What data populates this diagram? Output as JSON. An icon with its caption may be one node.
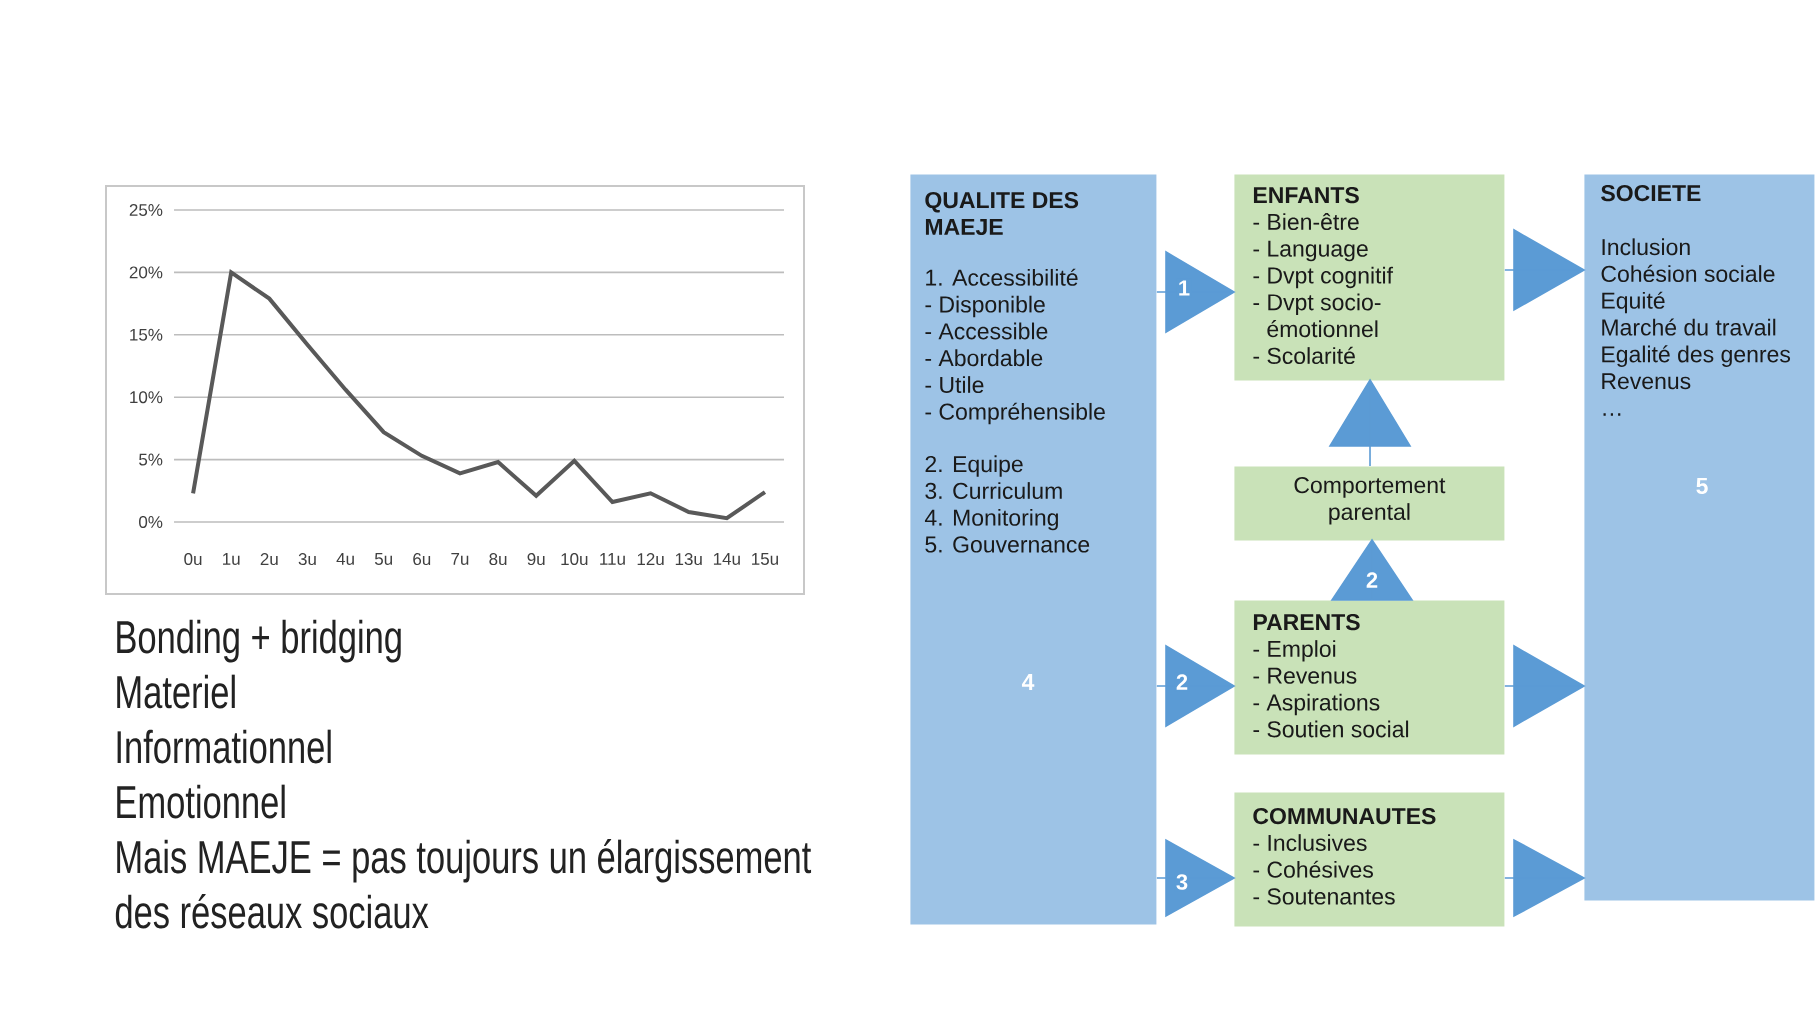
{
  "diagram": {
    "nodes": [
      {
        "text": [
          "QUALITE DES MAEJE",
          "1. Accessibilité",
          "- Disponible",
          "- Accessible",
          "- Abordable",
          "- Utile",
          "- Compréhensible",
          "2. Equipe",
          "3. Curriculum",
          "4. Monitoring",
          "5. Gouvernance",
          "4"
        ]
      },
      {
        "text": [
          "ENFANTS",
          "- Bien-être",
          "- Language",
          "- Dvpt cognitif",
          "- Dvpt socio-émotionnel",
          "- Scolarité"
        ]
      },
      {
        "text": [
          "SOCIETE",
          "Inclusion",
          "Cohésion sociale",
          "Equité",
          "Marché du travail",
          "Egalité des genres",
          "Revenus",
          "…",
          "5"
        ]
      },
      {
        "text": [
          "Comportement parental"
        ]
      },
      {
        "text": [
          "PARENTS",
          "- Emploi",
          "- Revenus",
          "- Aspirations",
          "- Soutien social"
        ]
      },
      {
        "text": [
          "COMMUNAUTES",
          "- Inclusives",
          "- Cohésives",
          "- Soutenantes"
        ]
      }
    ],
    "edges": [
      {
        "from": 0,
        "to": 1,
        "arrow": "to",
        "label": "1"
      },
      {
        "from": 0,
        "to": 4,
        "arrow": "to",
        "label": "2"
      },
      {
        "from": 0,
        "to": 5,
        "arrow": "to",
        "label": "3"
      },
      {
        "from": 4,
        "to": 3,
        "arrow": "to",
        "label": "2"
      },
      {
        "from": 3,
        "to": 1,
        "arrow": "to"
      },
      {
        "from": 1,
        "to": 2,
        "arrow": "to"
      },
      {
        "from": 4,
        "to": 2,
        "arrow": "to"
      },
      {
        "from": 5,
        "to": 2,
        "arrow": "to"
      }
    ],
    "labels": [
      "Bonding + bridging",
      "Materiel",
      "Informationnel",
      "Emotionnel",
      "Mais MAEJE = pas toujours un élargissement des réseaux sociaux"
    ],
    "chart_data": {
      "type": "line",
      "categories": [
        "0u",
        "1u",
        "2u",
        "3u",
        "4u",
        "5u",
        "6u",
        "7u",
        "8u",
        "9u",
        "10u",
        "11u",
        "12u",
        "13u",
        "14u",
        "15u"
      ],
      "series": [
        {
          "color": "#595959",
          "values": [
            2.3,
            20,
            17.9,
            14.2,
            10.6,
            7.2,
            5.3,
            3.9,
            4.8,
            2.1,
            4.9,
            1.6,
            2.3,
            0.8,
            0.3,
            2.4
          ]
        }
      ],
      "ylim": [
        0,
        25
      ],
      "yticks": [
        {
          "value": 0,
          "label": "0%"
        },
        {
          "value": 5,
          "label": "5%"
        },
        {
          "value": 10,
          "label": "10%"
        },
        {
          "value": 15,
          "label": "15%"
        },
        {
          "value": 20,
          "label": "20%"
        },
        {
          "value": 25,
          "label": "25%"
        }
      ],
      "grid": "y"
    }
  }
}
